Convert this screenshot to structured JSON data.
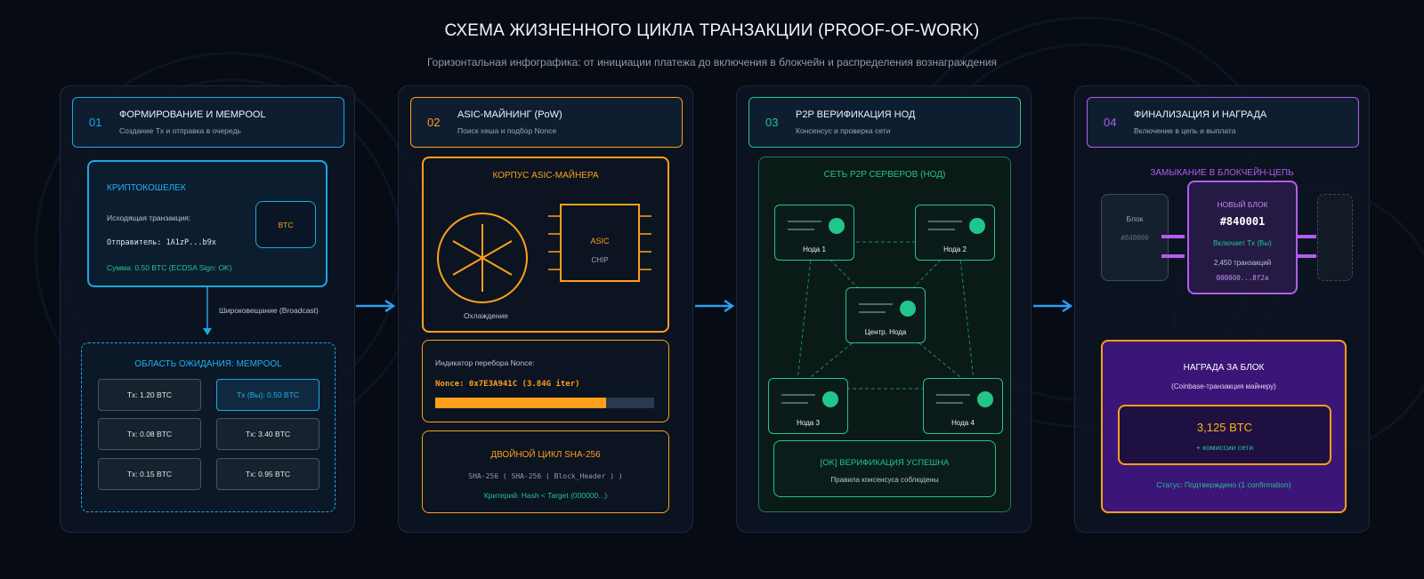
{
  "title": "СХЕМА ЖИЗНЕННОГО ЦИКЛА ТРАНЗАКЦИИ (PROOF-OF-WORK)",
  "subtitle": "Горизонтальная инфографика: от инициации платежа до включения в блокчейн и распределения вознаграждения",
  "colors": {
    "stage1": "#1fa8e0",
    "stage2": "#ff9f1c",
    "stage3": "#22c58a",
    "stage4": "#b45cf0",
    "arrow": "#2d9cf0"
  },
  "stage1": {
    "num": "01",
    "name": "ФОРМИРОВАНИЕ И MEMPOOL",
    "desc": "Создание Tx и отправка в очередь",
    "wallet": {
      "title": "КРИПТОКОШЕЛЕК",
      "label": "Исходящая транзакция:",
      "sender": "Отправитель: 1A1zP...b9x",
      "badge": "BTC",
      "amount": "Сумма: 0.50 BTC (ECDSA Sign: OK)"
    },
    "broadcast": "Широковещание (Broadcast)",
    "mempool": {
      "title": "ОБЛАСТЬ ОЖИДАНИЯ: MEMPOOL",
      "txs": [
        "Tx: 1.20 BTC",
        "Tx (Вы): 0.50 BTC",
        "Tx: 0.08 BTC",
        "Tx: 3.40 BTC",
        "Tx: 0.15 BTC",
        "Tx: 0.95 BTC"
      ]
    }
  },
  "stage2": {
    "num": "02",
    "name": "ASIC-МАЙНИНГ (PoW)",
    "desc": "Поиск хеша и подбор Nonce",
    "miner": {
      "title": "КОРПУС ASIC-МАЙНЕРА",
      "fan_label": "Охлаждение",
      "chip_label": "ASIC",
      "chip_sub": "CHIP"
    },
    "nonce": {
      "label": "Индикатор перебора Nonce:",
      "value": "Nonce: 0x7E3A941C (3.84G iter)",
      "progress": 0.78
    },
    "sha": {
      "title": "ДВОЙНОЙ ЦИКЛ SHA-256",
      "formula": "SHA-256 ( SHA-256 ( Block_Header ) )",
      "criterion": "Критерий: Hash < Target (000000...)"
    }
  },
  "stage3": {
    "num": "03",
    "name": "P2P ВЕРИФИКАЦИЯ НОД",
    "desc": "Консенсус и проверка сети",
    "network": {
      "title": "СЕТЬ P2P СЕРВЕРОВ (НОД)",
      "nodes": [
        "Нода 1",
        "Нода 2",
        "Центр. Нода",
        "Нода 3",
        "Нода 4"
      ]
    },
    "result": {
      "title": "[OK] ВЕРИФИКАЦИЯ УСПЕШНА",
      "desc": "Правила консенсуса соблюдены"
    }
  },
  "stage4": {
    "num": "04",
    "name": "ФИНАЛИЗАЦИЯ И НАГРАДА",
    "desc": "Включение в цепь и выплата",
    "chain": {
      "title": "ЗАМЫКАНИЕ В БЛОКЧЕЙН-ЦЕПЬ",
      "prev_label": "Блок",
      "prev_num": "#840000",
      "new_label": "НОВЫЙ БЛОК",
      "new_num": "#840001",
      "includes": "Включает Tx (Вы)",
      "count": "2,450 транзакций",
      "hash": "000000...8f2a"
    },
    "reward": {
      "title": "НАГРАДА ЗА БЛОК",
      "sub": "(Coinbase-транзакция майнеру)",
      "amount": "3,125 BTC",
      "fees": "+ комиссии сети"
    },
    "status": "Статус: Подтверждено (1 confirmation)"
  }
}
